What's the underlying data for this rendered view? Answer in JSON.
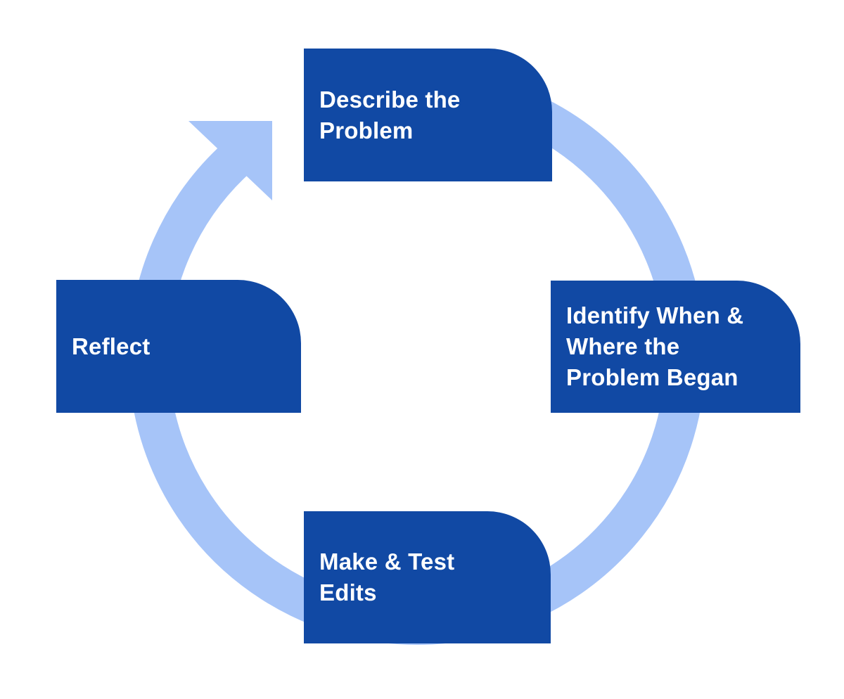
{
  "diagram": {
    "steps": [
      {
        "id": "describe-the-problem",
        "label": [
          "Describe the",
          "Problem"
        ]
      },
      {
        "id": "identify-when-where",
        "label": [
          "Identify When &",
          "Where the",
          "Problem Began"
        ]
      },
      {
        "id": "make-and-test-edits",
        "label": [
          "Make & Test",
          "Edits"
        ]
      },
      {
        "id": "reflect",
        "label": [
          "Reflect"
        ]
      }
    ],
    "icons": {
      "cycle_arrow": "clockwise-arrow-icon"
    }
  },
  "colors": {
    "step_box": "#1149A4",
    "ring": "#A6C4F8",
    "arrow": "#A6C4F8",
    "text": "#FFFFFF",
    "background": "#FFFFFF"
  }
}
